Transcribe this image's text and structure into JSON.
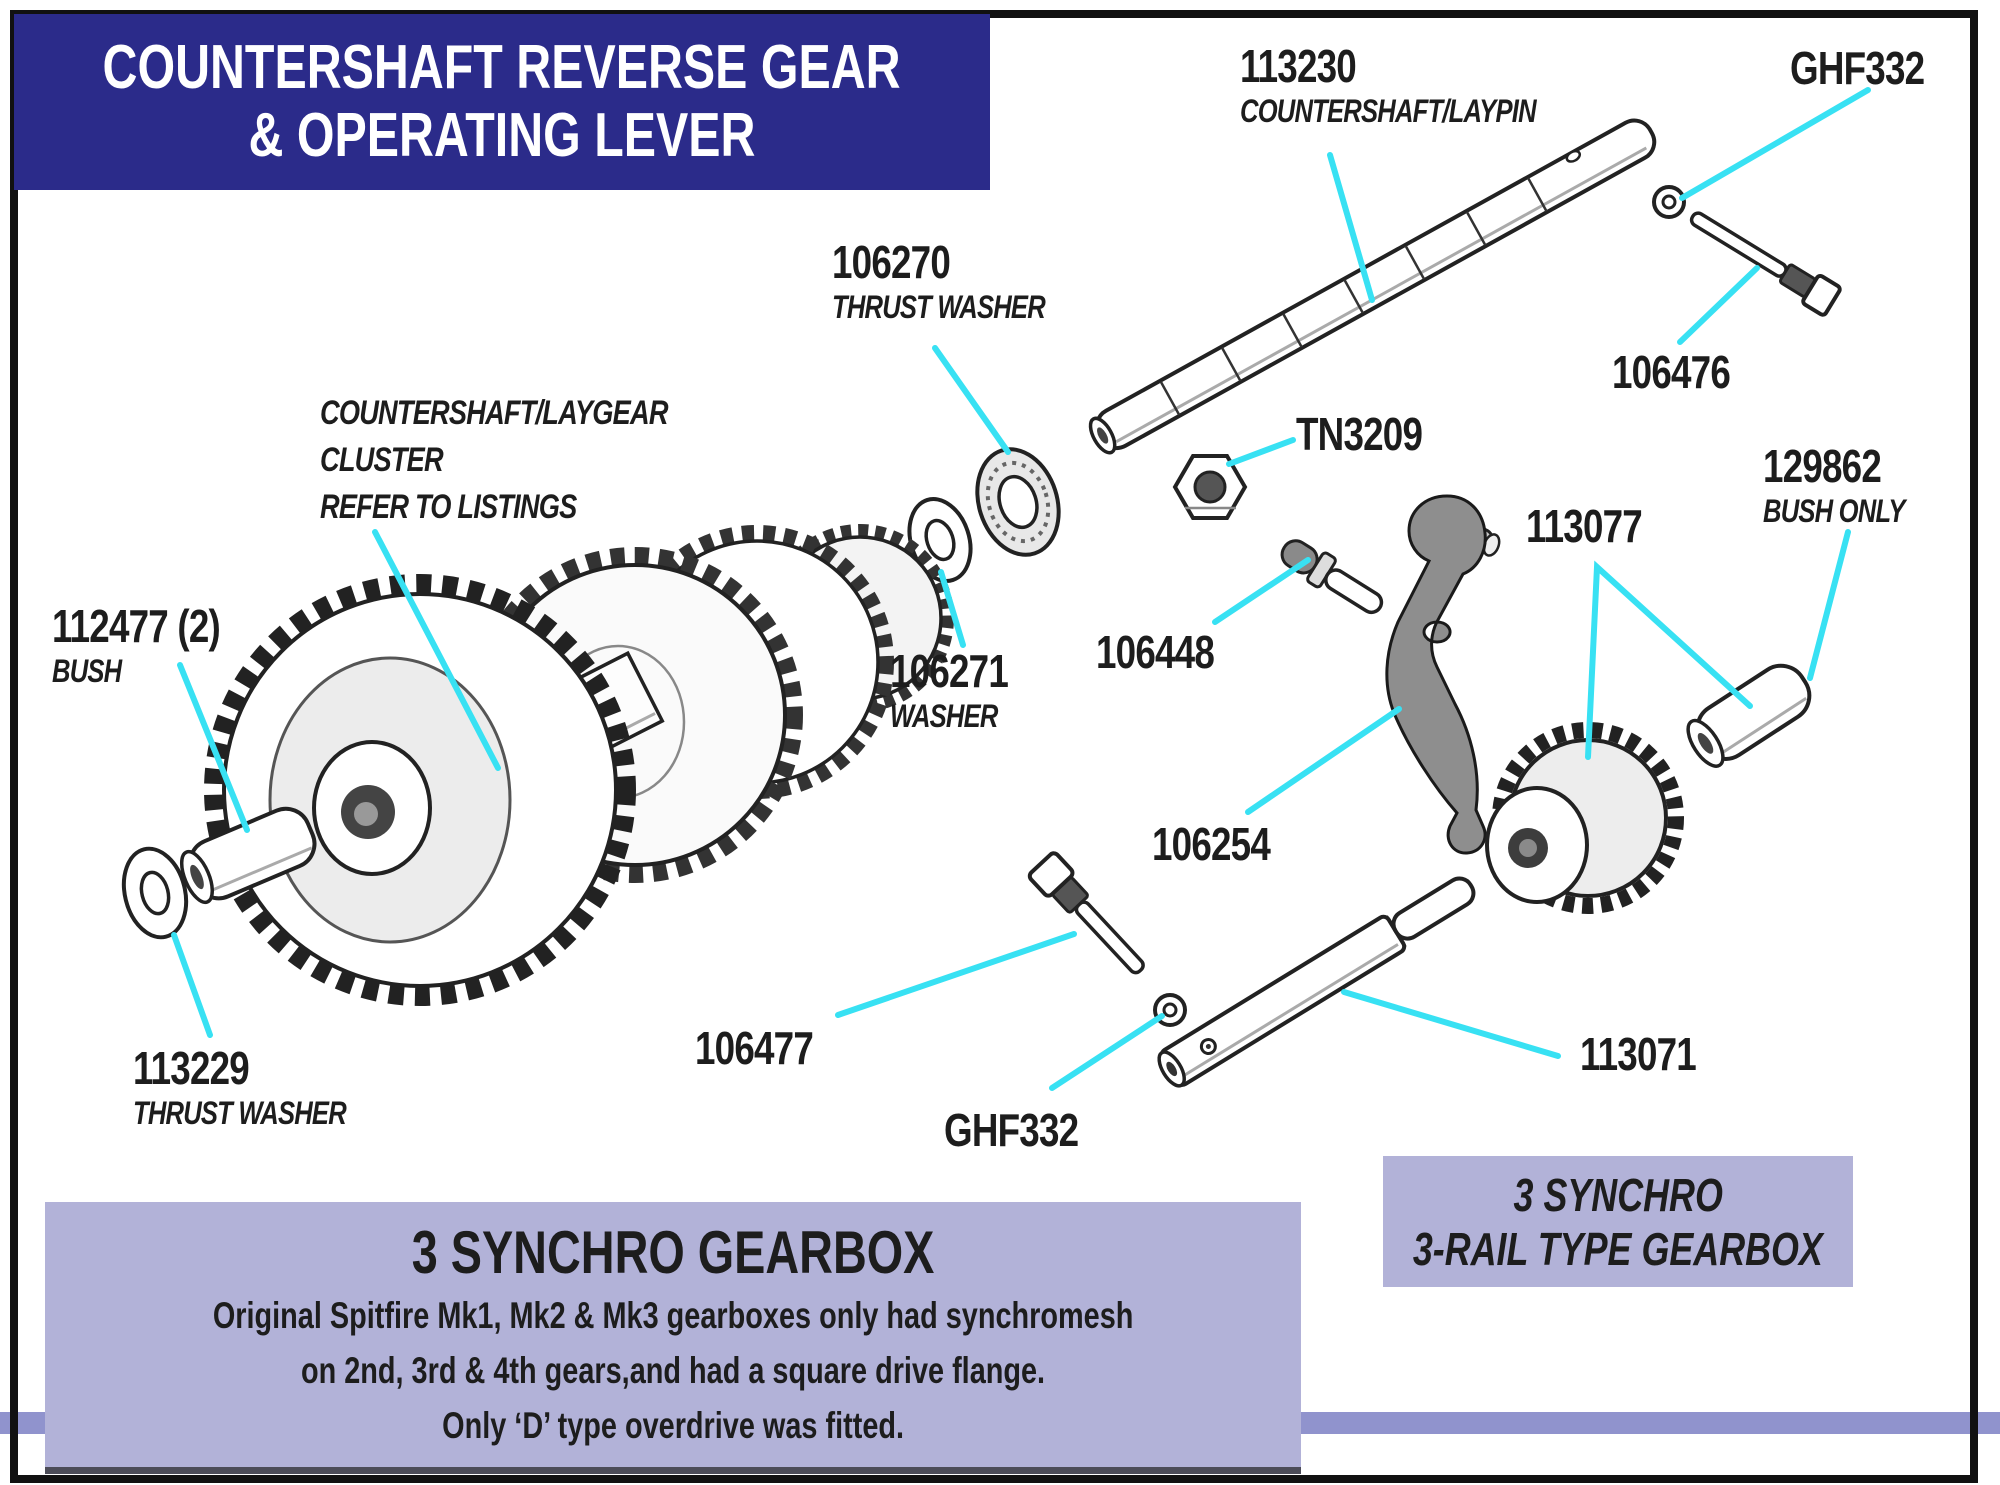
{
  "header": {
    "title_line1": "COUNTERSHAFT REVERSE GEAR",
    "title_line2": "& OPERATING LEVER"
  },
  "labels": {
    "laypin": {
      "num": "113230",
      "desc": "COUNTERSHAFT/LAYPIN"
    },
    "ghf332_top": {
      "num": "GHF332"
    },
    "bolt_106476": {
      "num": "106476"
    },
    "thrust_106270": {
      "num": "106270",
      "desc": "THRUST WASHER"
    },
    "nut_tn3209": {
      "num": "TN3209"
    },
    "cluster": {
      "d1": "COUNTERSHAFT/LAYGEAR",
      "d2": "CLUSTER",
      "d3": "REFER TO LISTINGS"
    },
    "bush_112477": {
      "num": "112477 (2)",
      "desc": "BUSH"
    },
    "washer_106271": {
      "num": "106271",
      "desc": "WASHER"
    },
    "stud_106448": {
      "num": "106448"
    },
    "bush_129862": {
      "num": "129862",
      "desc": "BUSH ONLY"
    },
    "gear_113077": {
      "num": "113077"
    },
    "lever_106254": {
      "num": "106254"
    },
    "thrust_113229": {
      "num": "113229",
      "desc": "THRUST WASHER"
    },
    "bolt_106477": {
      "num": "106477"
    },
    "ghf332_bottom": {
      "num": "GHF332"
    },
    "shaft_113071": {
      "num": "113071"
    }
  },
  "info_box": {
    "title": "3 SYNCHRO GEARBOX",
    "line1": "Original Spitfire Mk1, Mk2 & Mk3 gearboxes only had synchromesh",
    "line2": "on 2nd, 3rd & 4th gears,and had a square drive flange.",
    "line3": "Only ‘D’ type overdrive was fitted."
  },
  "side_box": {
    "line1": "3 SYNCHRO",
    "line2": "3-RAIL TYPE GEARBOX"
  },
  "colors": {
    "banner_bg": "#2b2b8a",
    "banner_text": "#ffffff",
    "leader_line": "#38e1f3",
    "panel_bg": "#b2b2d8",
    "band": "#9093cd",
    "ink": "#1d1d1d"
  }
}
